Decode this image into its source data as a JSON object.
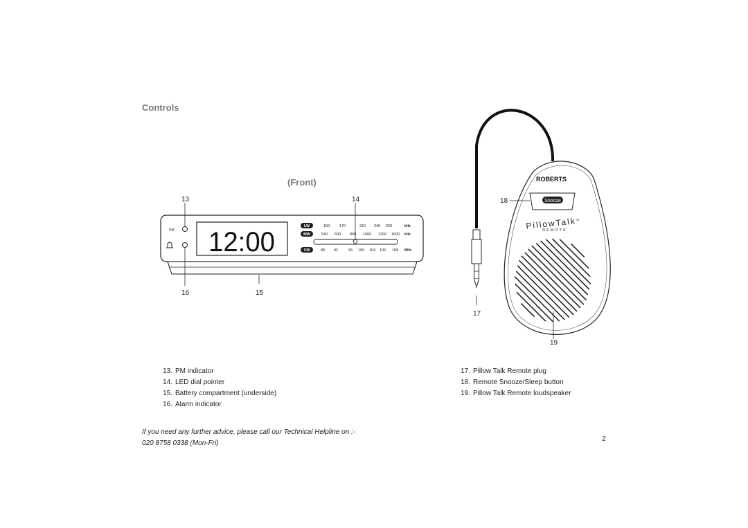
{
  "page": {
    "heading": "Controls",
    "subheading": "(Front)",
    "page_number": "2"
  },
  "clock_radio": {
    "display_time": "12:00",
    "pm_label": "PM",
    "bands": [
      {
        "name": "LW",
        "scale": [
          "150",
          "170",
          "210",
          "240",
          "260"
        ],
        "unit": "kHz"
      },
      {
        "name": "MW",
        "scale": [
          "540",
          "600",
          "800",
          "1000",
          "1300",
          "1600"
        ],
        "unit": "kHz"
      },
      {
        "name": "FM",
        "scale": [
          "88",
          "92",
          "96",
          "100",
          "104",
          "106",
          "108"
        ],
        "unit": "MHz"
      }
    ]
  },
  "remote": {
    "brand": "ROBERTS",
    "button_label": "Snooze",
    "logo_text": "PillowTalk",
    "logo_sub": "REMOTE",
    "logo_tm": "TM"
  },
  "callouts": {
    "c13": "13",
    "c14": "14",
    "c15": "15",
    "c16": "16",
    "c17": "17",
    "c18": "18",
    "c19": "19"
  },
  "legend_left": [
    {
      "num": "13.",
      "text": "PM indicator"
    },
    {
      "num": "14.",
      "text": "LED dial pointer"
    },
    {
      "num": "15.",
      "text": "Battery  compartment  (underside)"
    },
    {
      "num": "16.",
      "text": "Alarm   indicator"
    }
  ],
  "legend_right": [
    {
      "num": "17.",
      "text": "Pillow Talk Remote plug"
    },
    {
      "num": "18.",
      "text": "Remote Snooze/Sleep button"
    },
    {
      "num": "19.",
      "text": "Pillow Talk Remote loudspeaker"
    }
  ],
  "footer": {
    "line1": "If you need any further advice, please call our Technical Helpline on :-",
    "line2": "020 8758 0338 (Mon-Fri)"
  }
}
